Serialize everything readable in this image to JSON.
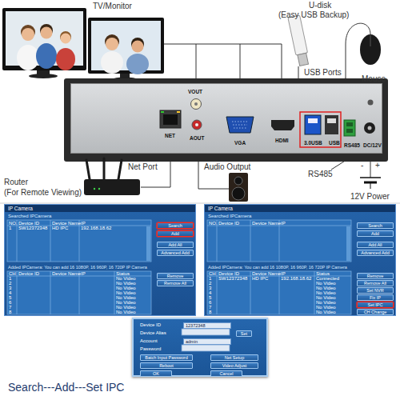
{
  "diagram": {
    "caption": "Search---Add---Set IPC",
    "nodes": [
      {
        "text": [
          "VOUT",
          "NET",
          "AOUT",
          "VGA",
          "HDMI",
          "3.0USB",
          "USB",
          "RS485",
          "DC/12V"
        ]
      },
      {
        "text": [
          "IP Camera",
          "Searched IPCamera",
          "Added IPCamera: You can add 16 1080P, 16 960P, 16 720P IP Camera"
        ]
      },
      {
        "text": [
          "Search"
        ],
        "in": 1
      },
      {
        "text": [
          "Add"
        ],
        "in": 1
      },
      {
        "text": [
          "Add All"
        ],
        "in": 1
      },
      {
        "text": [
          "Advanced Add"
        ],
        "in": 1
      },
      {
        "text": [
          "Remove"
        ],
        "in": 1
      },
      {
        "text": [
          "Remove All"
        ],
        "in": 1
      },
      {
        "text": [
          "IP Camera",
          "Searched IPCamera",
          "Added IPCamera: You can add 16 1080P, 16 960P, 16 720P IP Camera"
        ]
      },
      {
        "text": [
          "Search"
        ],
        "in": 8
      },
      {
        "text": [
          "Add"
        ],
        "in": 8
      },
      {
        "text": [
          "Add All"
        ],
        "in": 8
      },
      {
        "text": [
          "Advanced Add"
        ],
        "in": 8
      },
      {
        "text": [
          "Remove"
        ],
        "in": 8
      },
      {
        "text": [
          "Remove All"
        ],
        "in": 8
      },
      {
        "text": [
          "Set NVR"
        ],
        "in": 8
      },
      {
        "text": [
          "Fix IP"
        ],
        "in": 8
      },
      {
        "text": [
          "Set IPC"
        ],
        "in": 8
      },
      {
        "text": [
          "CH Change"
        ],
        "in": 8
      },
      {
        "text": [
          "Device ID",
          "Device Alias",
          "Account",
          "Password"
        ]
      },
      {
        "text": [
          "12372348"
        ],
        "in": 19
      },
      {
        "text": [
          "Set"
        ],
        "in": 19
      },
      {
        "text": [
          "admin"
        ],
        "in": 19
      },
      {
        "text": [
          "Batch Input Password"
        ],
        "in": 19
      },
      {
        "text": [
          "Net Setup"
        ],
        "in": 19
      },
      {
        "text": [
          "Reboot"
        ],
        "in": 19
      },
      {
        "text": [
          "Video Adjust"
        ],
        "in": 19
      },
      {
        "text": [
          "OK"
        ],
        "in": 19
      },
      {
        "text": [
          "Cancel"
        ],
        "in": 19
      }
    ],
    "labels": [
      "TV/Monitor",
      "U-disk",
      "(Easy USB Backup)",
      "USB Ports",
      "Mouse",
      "Net Port",
      "Audio Output",
      "Router",
      "(For Remote Viewing)",
      "RS485",
      "-",
      "+",
      "12V Power",
      "NO.",
      "Device ID",
      "Device Name",
      "IP",
      "1",
      "SW12372348",
      "HD IPC",
      "192.168.18.62",
      "CH",
      "Device ID",
      "Device Name",
      "IP",
      "Status",
      "1",
      "No Video",
      "2",
      "No Video",
      "3",
      "No Video",
      "4",
      "No Video",
      "5",
      "No Video",
      "6",
      "No Video",
      "7",
      "No Video",
      "8",
      "No Video",
      "NO.",
      "Device ID",
      "Device Name",
      "IP",
      "CH",
      "Device ID",
      "Device Name",
      "IP",
      "Status",
      "1",
      "SW12372348",
      "HD IPC",
      "192.168.18.62",
      "Connected",
      "2",
      "No Video",
      "3",
      "No Video",
      "4",
      "No Video",
      "5",
      "No Video",
      "6",
      "No Video",
      "7",
      "No Video",
      "8",
      "No Video"
    ]
  }
}
